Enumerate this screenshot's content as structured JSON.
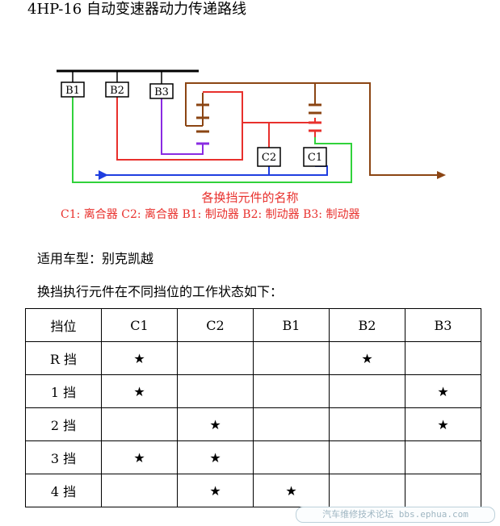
{
  "title": "4HP-16 自动变速器动力传递路线",
  "diagram": {
    "labels": {
      "b1": "B1",
      "b2": "B2",
      "b3": "B3",
      "c1": "C1",
      "c2": "C2"
    },
    "colors": {
      "green": "#31d23b",
      "red": "#e8302c",
      "purple": "#8a2be2",
      "brown": "#8b4513",
      "blue": "#1f3ee0",
      "black": "#000000"
    },
    "caption_title": "各换挡元件的名称",
    "caption_legend": "C1: 离合器  C2: 离合器  B1: 制动器  B2: 制动器  B3: 制动器"
  },
  "vehicle_line": "适用车型：别克凯越",
  "intro_line": "换挡执行元件在不同挡位的工作状态如下：",
  "table": {
    "headers": [
      "挡位",
      "C1",
      "C2",
      "B1",
      "B2",
      "B3"
    ],
    "rows": [
      {
        "gear": "R 挡",
        "cells": [
          "★",
          "",
          "",
          "★",
          ""
        ]
      },
      {
        "gear": "1 挡",
        "cells": [
          "★",
          "",
          "",
          "",
          "★"
        ]
      },
      {
        "gear": "2 挡",
        "cells": [
          "",
          "★",
          "",
          "",
          "★"
        ]
      },
      {
        "gear": "3 挡",
        "cells": [
          "★",
          "★",
          "",
          "",
          ""
        ]
      },
      {
        "gear": "4 挡",
        "cells": [
          "",
          "★",
          "★",
          "",
          ""
        ]
      }
    ]
  },
  "watermark": "汽车维修技术论坛 bbs.ephua.com"
}
